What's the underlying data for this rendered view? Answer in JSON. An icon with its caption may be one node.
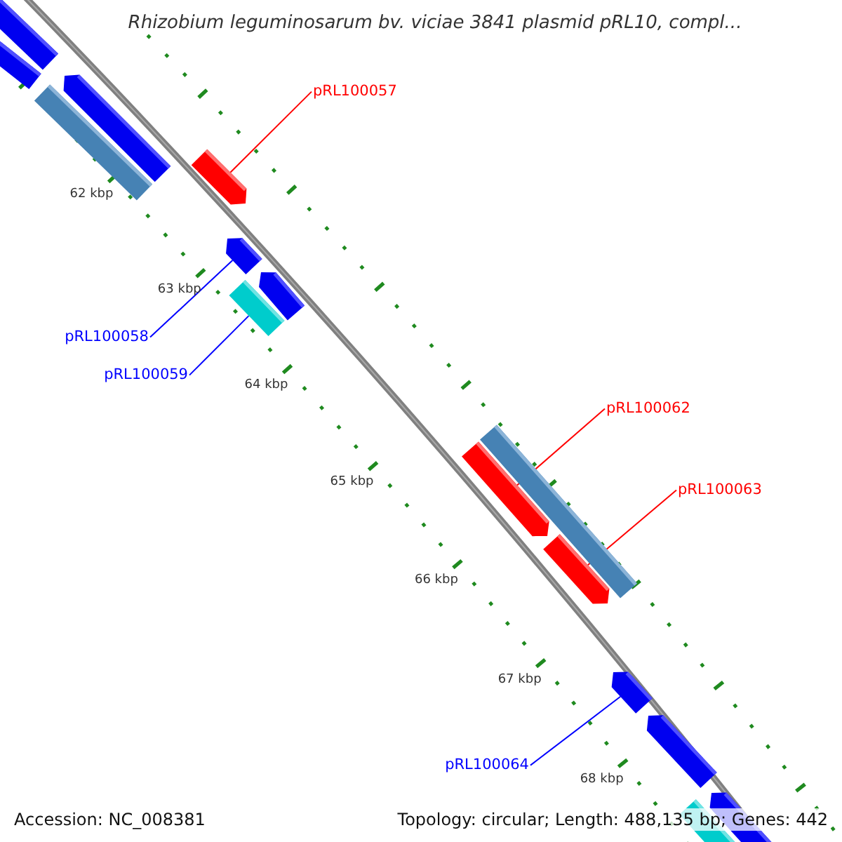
{
  "diagram": {
    "title": "Rhizobium leguminosarum bv. viciae 3841 plasmid pRL10, compl...",
    "nodes": [
      {
        "text": [
          "pRL100057"
        ]
      },
      {
        "text": [
          "pRL100058"
        ]
      },
      {
        "text": [
          "pRL100059"
        ]
      },
      {
        "text": [
          "pRL100062"
        ]
      },
      {
        "text": [
          "pRL100063"
        ]
      },
      {
        "text": [
          "pRL100064"
        ]
      },
      {
        "text": [],
        "shape": "bar"
      },
      {
        "text": [],
        "shape": "bar"
      },
      {
        "text": [],
        "shape": "bar"
      },
      {
        "text": [],
        "shape": "bar"
      },
      {
        "text": [],
        "shape": "bar"
      },
      {
        "text": [],
        "shape": "bar"
      },
      {
        "text": [],
        "shape": "bar"
      },
      {
        "text": [],
        "shape": "bar"
      },
      {
        "text": [],
        "shape": "bar"
      },
      {
        "text": [],
        "shape": "bar"
      },
      {
        "text": [],
        "shape": "bar"
      },
      {
        "text": [],
        "shape": "bar"
      },
      {
        "text": [],
        "shape": "bar"
      },
      {
        "text": [],
        "shape": "bar"
      },
      {
        "text": [],
        "shape": "bar"
      }
    ],
    "edges": [
      {
        "from": 0,
        "to": 10,
        "arrow": "none",
        "color": "#ff0000"
      },
      {
        "from": 1,
        "to": 11,
        "arrow": "none",
        "color": "#0000ff"
      },
      {
        "from": 2,
        "to": 13,
        "arrow": "none",
        "color": "#0000ff"
      },
      {
        "from": 3,
        "to": 15,
        "arrow": "none",
        "color": "#ff0000"
      },
      {
        "from": 4,
        "to": 16,
        "arrow": "none",
        "color": "#ff0000"
      },
      {
        "from": 5,
        "to": 17,
        "arrow": "none",
        "color": "#0000ff"
      }
    ],
    "labels": [
      "62 kbp",
      "63 kbp",
      "64 kbp",
      "65 kbp",
      "66 kbp",
      "67 kbp",
      "68 kbp",
      "Accession: NC_008381",
      "Topology: circular; Length: 488,135 bp; Genes: 442"
    ]
  }
}
